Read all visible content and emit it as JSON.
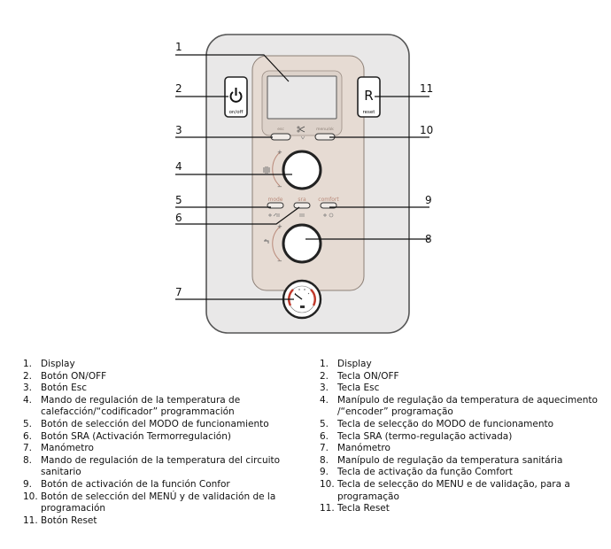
{
  "callouts": [
    "1",
    "2",
    "3",
    "4",
    "5",
    "6",
    "7",
    "8",
    "9",
    "10",
    "11"
  ],
  "panel": {
    "on_off_label": "on/off",
    "reset_letter": "R",
    "reset_label": "reset",
    "esc_label": "esc",
    "menu_label": "menu/ok",
    "mode_label": "mode",
    "sra_label": "sra",
    "comfort_label": "comfort",
    "plus": "+",
    "minus": "−"
  },
  "legend_es": [
    {
      "num": "1.",
      "lines": [
        "Display"
      ]
    },
    {
      "num": "2.",
      "lines": [
        "Botón ON/OFF"
      ]
    },
    {
      "num": "3.",
      "lines": [
        "Botón Esc"
      ]
    },
    {
      "num": "4.",
      "lines": [
        "Mando de regulación de la temperatura de",
        "calefacción/“codificador” programmación"
      ]
    },
    {
      "num": "5.",
      "lines": [
        "Botón de selección del MODO de funcionamiento"
      ]
    },
    {
      "num": "6.",
      "lines": [
        "Botón SRA (Activación Termorregulación)"
      ]
    },
    {
      "num": "7.",
      "lines": [
        "Manómetro"
      ]
    },
    {
      "num": "8.",
      "lines": [
        "Mando de regulación de la temperatura del circuito",
        "sanitario"
      ]
    },
    {
      "num": "9.",
      "lines": [
        "Botón de activación de la función Confor"
      ]
    },
    {
      "num": "10.",
      "lines": [
        "Botón de selección del MENÚ y de validación de la",
        "programación"
      ]
    },
    {
      "num": "11.",
      "lines": [
        "Botón Reset"
      ]
    }
  ],
  "legend_pt": [
    {
      "num": "1.",
      "lines": [
        "Display"
      ]
    },
    {
      "num": "2.",
      "lines": [
        "Tecla ON/OFF"
      ]
    },
    {
      "num": "3.",
      "lines": [
        "Tecla Esc"
      ]
    },
    {
      "num": "4.",
      "lines": [
        "Manípulo de regulação da temperatura de aquecimento",
        "/“encoder” programação"
      ]
    },
    {
      "num": "5.",
      "lines": [
        "Tecla de selecção do MODO de funcionamento"
      ]
    },
    {
      "num": "6.",
      "lines": [
        "Tecla SRA (termo-regulação activada)"
      ]
    },
    {
      "num": "7.",
      "lines": [
        "Manómetro"
      ]
    },
    {
      "num": "8.",
      "lines": [
        "Manípulo de regulação da temperatura sanitária"
      ]
    },
    {
      "num": "9.",
      "lines": [
        "Tecla de activação da função Comfort"
      ]
    },
    {
      "num": "10.",
      "lines": [
        "Tecla de selecção do MENU e de validação, para a",
        "programação"
      ]
    },
    {
      "num": "11.",
      "lines": [
        "Tecla Reset"
      ]
    }
  ],
  "colors": {
    "casing": "#e9e8e8",
    "casing_border": "#555555",
    "panel": "#e6dbd3",
    "display": "#e9e8e8",
    "knob": "#ffffff",
    "gauge_red": "#c0392b"
  }
}
